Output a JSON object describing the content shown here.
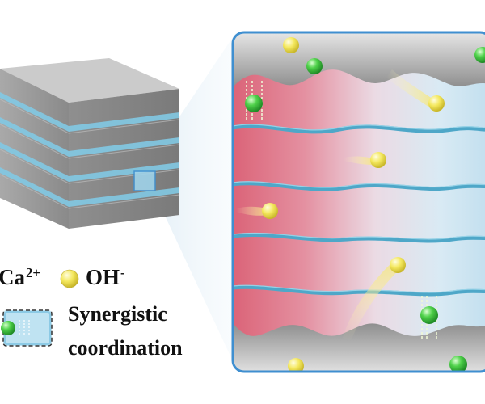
{
  "legend": {
    "ca_ion": {
      "symbol": "Ca",
      "charge": "2+",
      "color": "#3cc43c"
    },
    "oh_ion": {
      "symbol": "OH",
      "charge": "-",
      "color": "#f2e55a"
    },
    "synergistic": {
      "line1": "Synergistic",
      "line2": "coordination"
    }
  },
  "colors": {
    "layer_face": "#9b9b9b",
    "layer_top": "#cfcfcf",
    "interlayer": "#7ec6e2",
    "panel_border": "#3f8fd0",
    "gradient_warm": "#d9576d",
    "gradient_cool": "#cfe6f2",
    "fiber": "#4ea7c8"
  }
}
